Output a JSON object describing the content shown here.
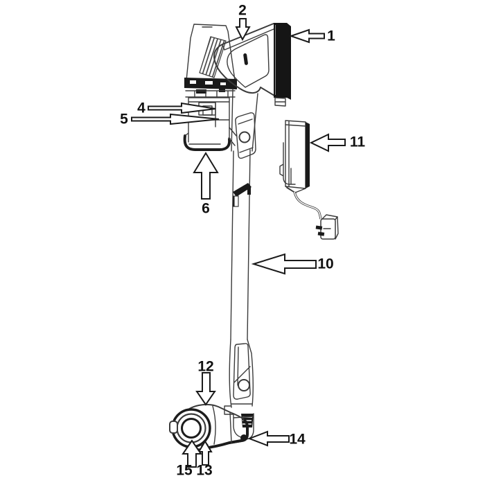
{
  "diagram": {
    "background": "#ffffff",
    "line_color": "#3a3a3a",
    "dark_fill": "#1a1a1a",
    "callouts": [
      {
        "label": "1",
        "arrow_direction": "left"
      },
      {
        "label": "2",
        "arrow_direction": "down"
      },
      {
        "label": "4",
        "arrow_direction": "right"
      },
      {
        "label": "5",
        "arrow_direction": "right"
      },
      {
        "label": "6",
        "arrow_direction": "up"
      },
      {
        "label": "10",
        "arrow_direction": "left"
      },
      {
        "label": "11",
        "arrow_direction": "left"
      },
      {
        "label": "12",
        "arrow_direction": "down"
      },
      {
        "label": "13",
        "arrow_direction": "up"
      },
      {
        "label": "14",
        "arrow_direction": "left"
      },
      {
        "label": "15",
        "arrow_direction": "up"
      }
    ]
  }
}
